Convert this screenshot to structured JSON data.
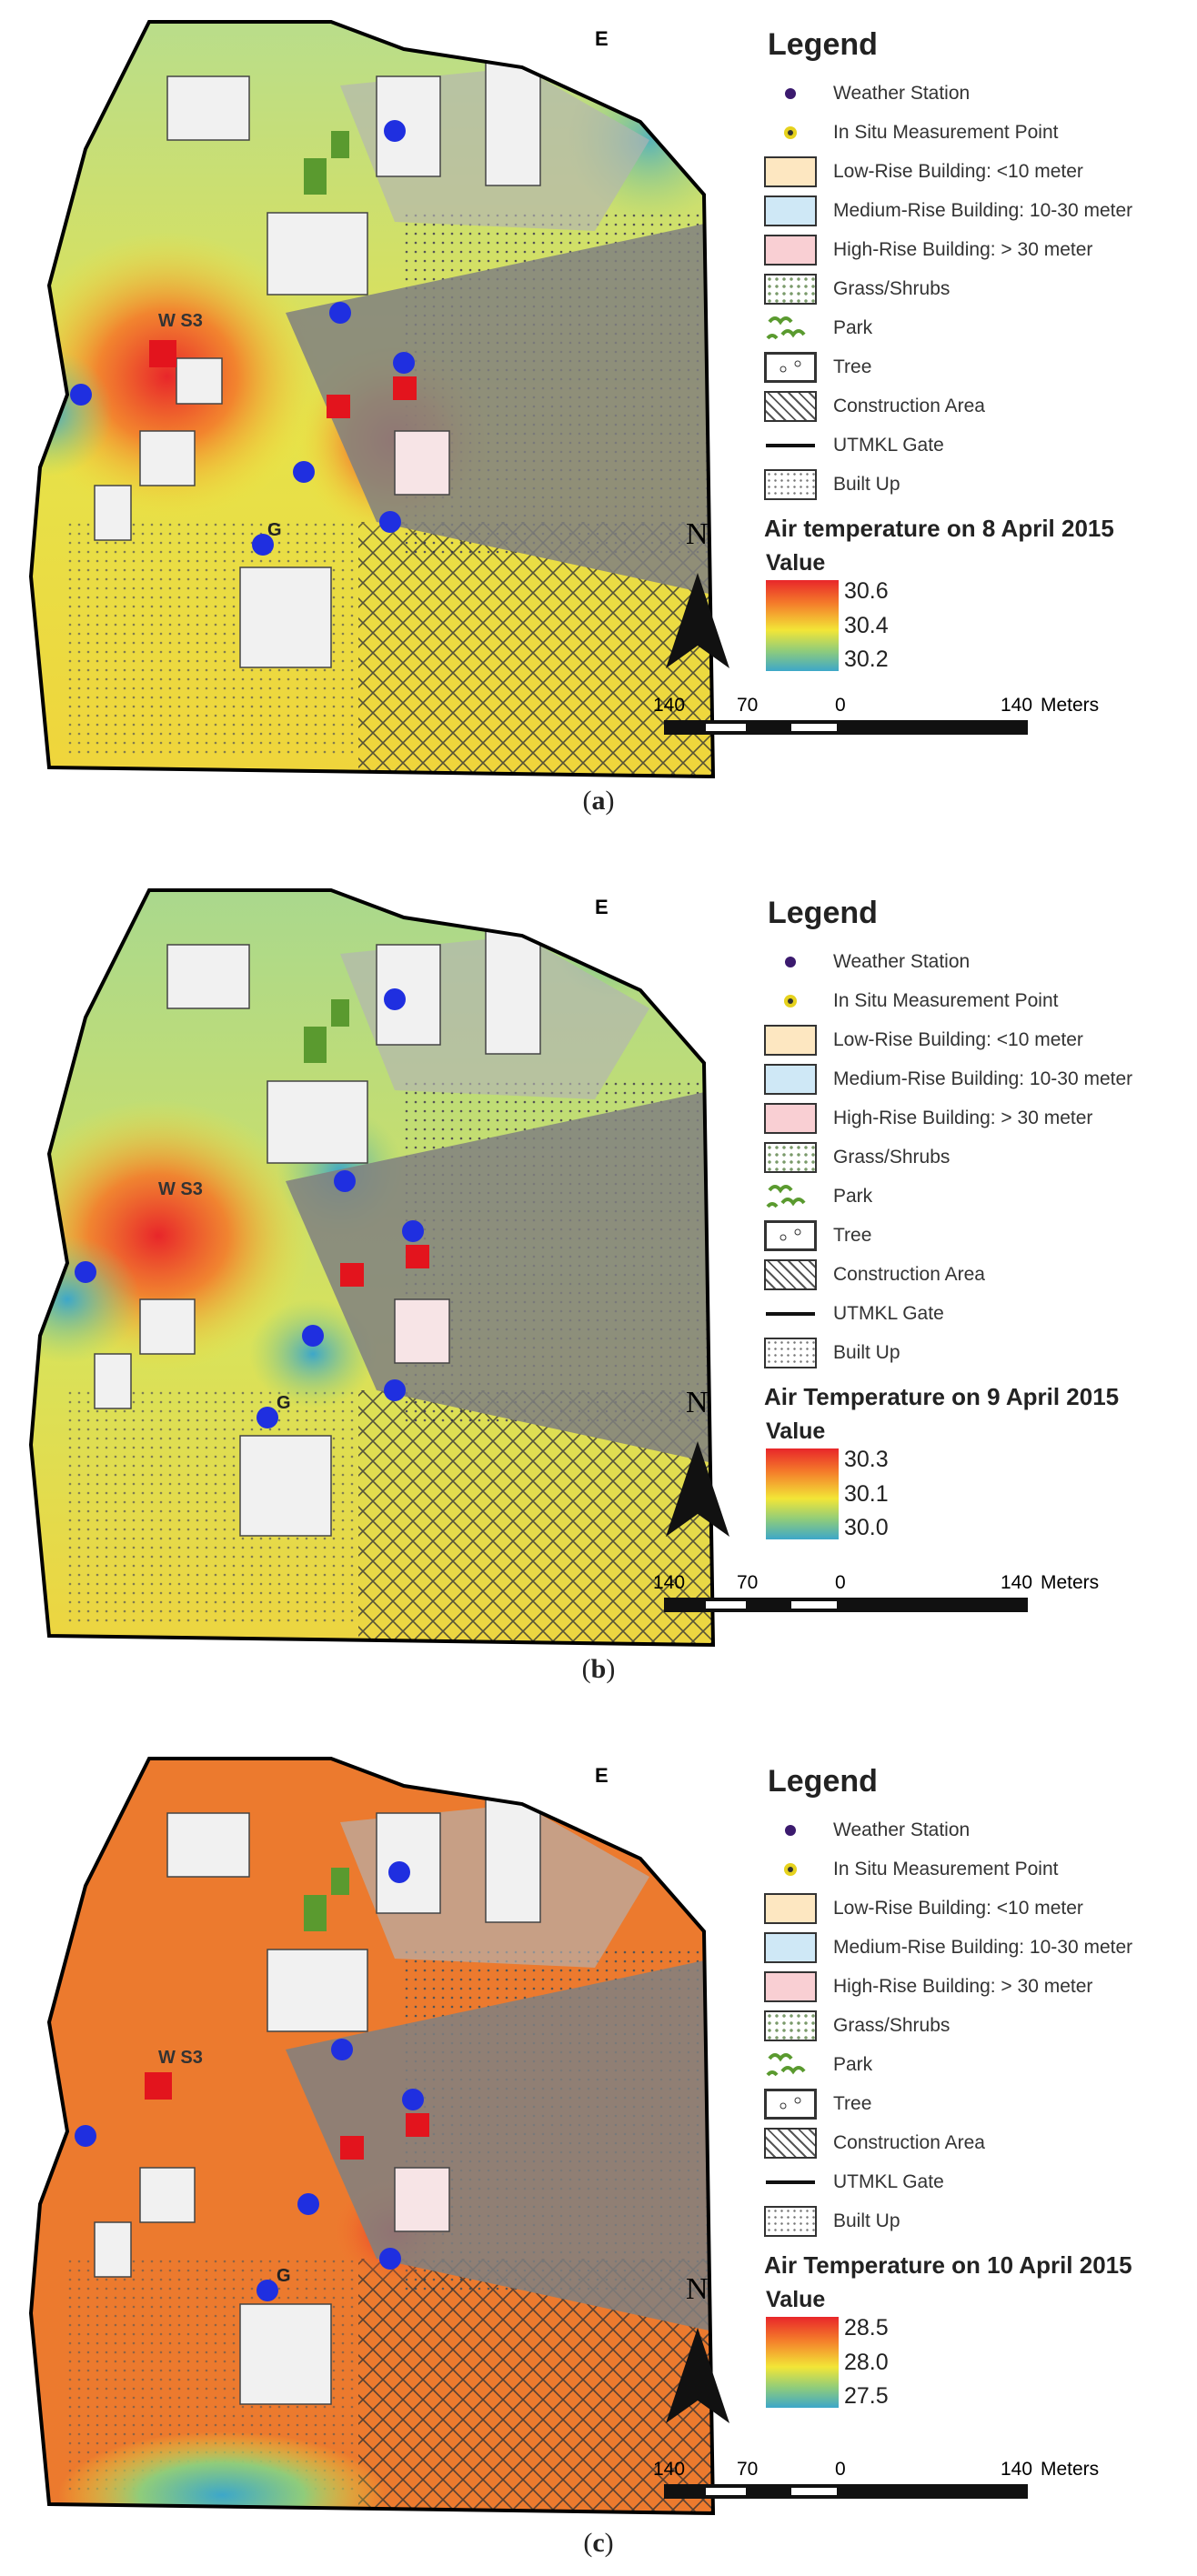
{
  "legend": {
    "title": "Legend",
    "items": [
      {
        "label": "Weather Station",
        "icon": "weather-station-dot-icon",
        "color": "#3b1a6e"
      },
      {
        "label": "In Situ Measurement Point",
        "icon": "measurement-point-icon",
        "color": "#e6d21e"
      },
      {
        "label": "Low-Rise Building: <10 meter",
        "icon": "low-rise-swatch",
        "color": "#fde7c1"
      },
      {
        "label": "Medium-Rise Building: 10-30 meter",
        "icon": "medium-rise-swatch",
        "color": "#cfe8f6"
      },
      {
        "label": "High-Rise Building: > 30 meter",
        "icon": "high-rise-swatch",
        "color": "#f9cfd3"
      },
      {
        "label": "Grass/Shrubs",
        "icon": "grass-shrubs-swatch",
        "color": "#ffffff"
      },
      {
        "label": "Park",
        "icon": "park-swatch",
        "color": "#5a9a2f"
      },
      {
        "label": "Tree",
        "icon": "tree-swatch",
        "color": "#ffffff"
      },
      {
        "label": "Construction Area",
        "icon": "construction-hatch-swatch",
        "color": "#ffffff"
      },
      {
        "label": "UTMKL Gate",
        "icon": "gate-line-icon",
        "color": "#111111"
      },
      {
        "label": "Built Up",
        "icon": "built-up-swatch",
        "color": "#ffffff"
      }
    ]
  },
  "labels": {
    "value": "Value",
    "north": "N",
    "east": "E",
    "ws3": "W S3",
    "gate": "G"
  },
  "scale": {
    "ticks": [
      "140",
      "70",
      "0",
      "140"
    ],
    "unit": "Meters"
  },
  "colors": {
    "ramp_high": "#e8262a",
    "ramp_mid": "#f3e637",
    "ramp_low": "#3da7c9",
    "station": "#1f2fe0",
    "high_rise": "#e3141d"
  },
  "panels": [
    {
      "title": "Air temperature on 8 April 2015",
      "ticks": [
        "30.6",
        "30.4",
        "30.2"
      ],
      "caption": "a",
      "style": "a"
    },
    {
      "title": "Air Temperature on 9 April 2015",
      "ticks": [
        "30.3",
        "30.1",
        "30.0"
      ],
      "caption": "b",
      "style": "b"
    },
    {
      "title": "Air Temperature on 10 April 2015",
      "ticks": [
        "28.5",
        "28.0",
        "27.5"
      ],
      "caption": "c",
      "style": "c"
    }
  ]
}
